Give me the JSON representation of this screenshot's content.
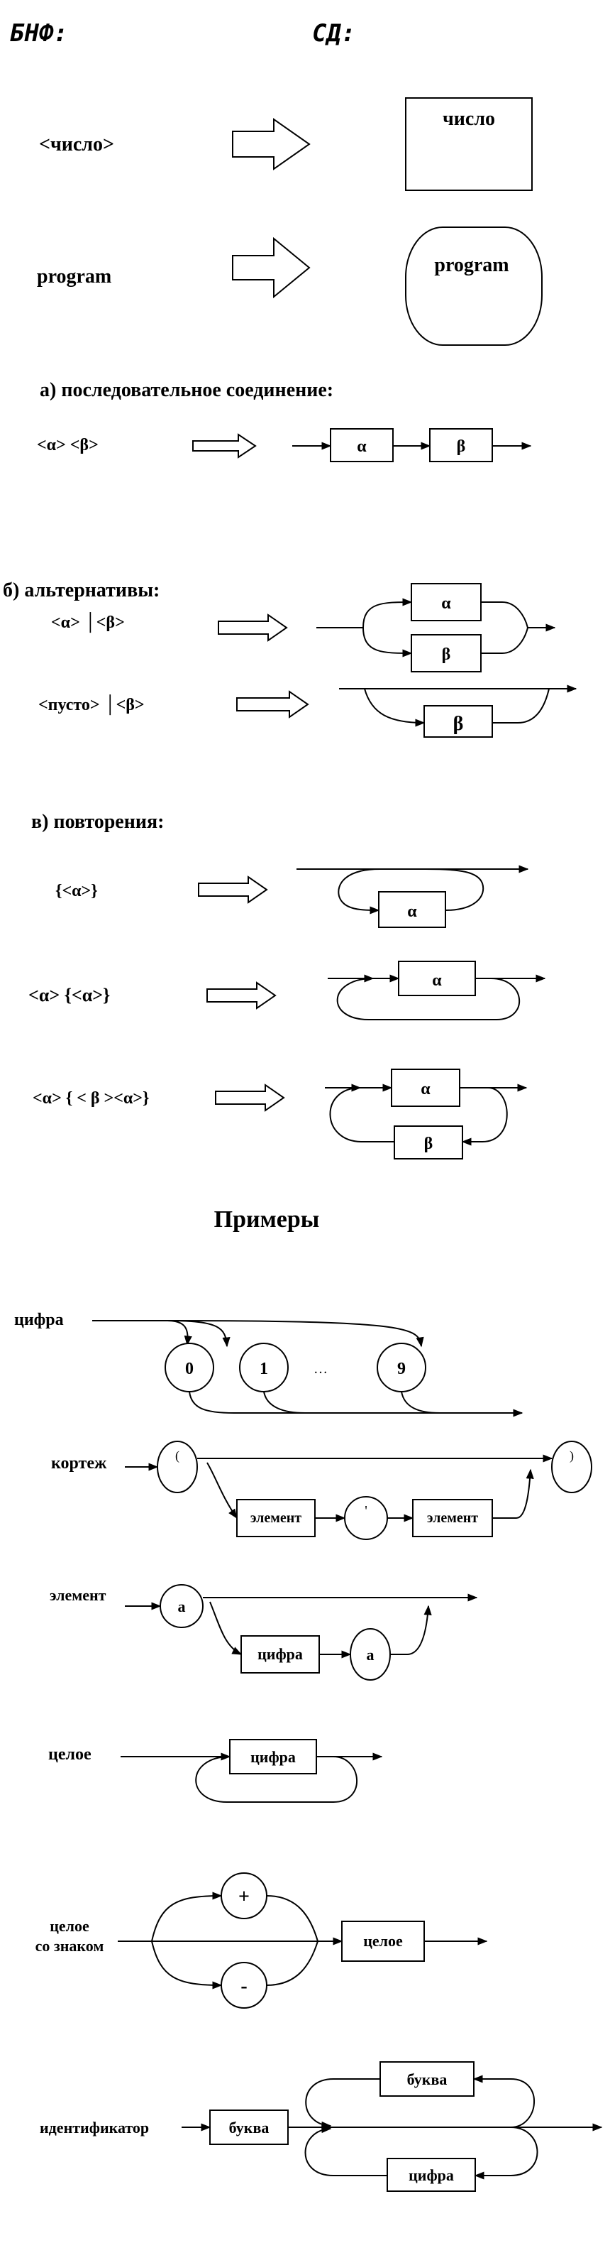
{
  "header": {
    "bnf": "БНФ:",
    "sd": "СД:"
  },
  "intro": {
    "number_bnf": "<число>",
    "number_box": "число",
    "program_bnf": "program",
    "program_box": "program"
  },
  "section_a": {
    "title": "а) последовательное соединение:",
    "bnf": "<α> <β>",
    "alpha": "α",
    "beta": "β"
  },
  "section_b": {
    "title": "б) альтернативы:",
    "bnf1": "<α> │<β>",
    "alpha": "α",
    "beta": "β",
    "bnf2": "<пусто> │<β>",
    "beta2": "β"
  },
  "section_c": {
    "title": "в) повторения:",
    "bnf1": "{<α>}",
    "alpha1": "α",
    "bnf2": "<α>  {<α>}",
    "alpha2": "α",
    "bnf3": "<α>  { < β ><α>}",
    "alpha3": "α",
    "beta3": "β"
  },
  "examples": {
    "title": "Примеры",
    "digit": {
      "label": "цифра",
      "d0": "0",
      "d1": "1",
      "dots": "…",
      "d9": "9"
    },
    "tuple": {
      "label": "кортеж",
      "open": "(",
      "element1": "элемент",
      "comma": "'",
      "element2": "элемент",
      "close": ")"
    },
    "element": {
      "label": "элемент",
      "a1": "a",
      "digit": "цифра",
      "a2": "a"
    },
    "integer": {
      "label": "целое",
      "digit": "цифра"
    },
    "signed": {
      "label_line1": "целое",
      "label_line2": "со знаком",
      "plus": "+",
      "minus": "-",
      "integer": "целое"
    },
    "identifier": {
      "label": "идентификатор",
      "letter1": "буква",
      "letter2": "буква",
      "digit": "цифра"
    }
  }
}
